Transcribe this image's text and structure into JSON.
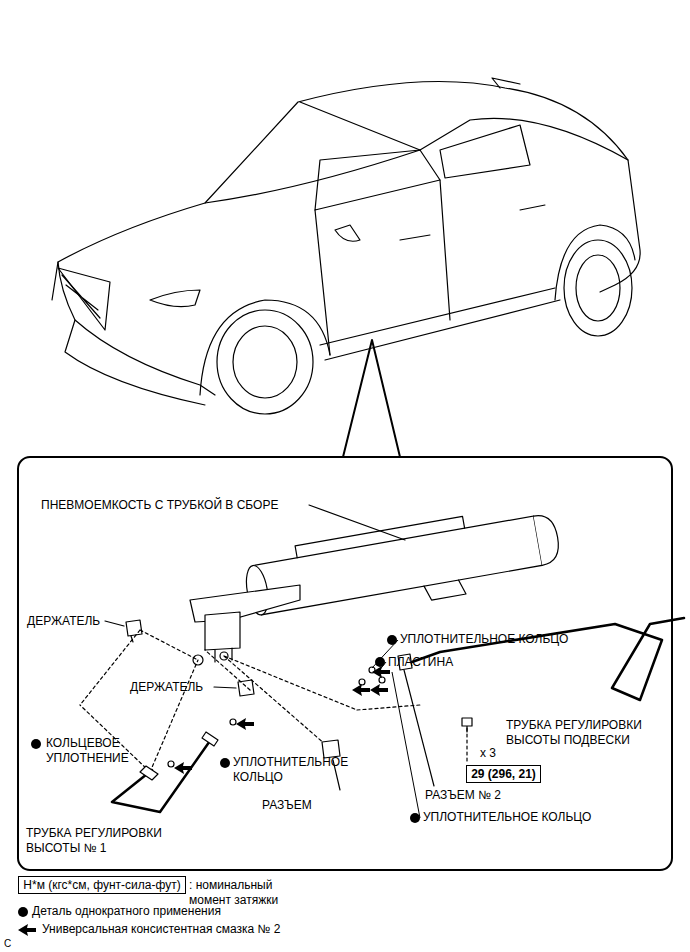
{
  "diagram": {
    "nodes": [
      {
        "text": [
          "29 (296, 21)"
        ]
      },
      {
        "text": [
          "Н*м (кгс*см, фунт-сила-фут)"
        ]
      }
    ],
    "labels": [
      "ПНЕВМОЕМКОСТЬ С ТРУБКОЙ В СБОРЕ",
      "ДЕРЖАТЕЛЬ",
      "ДЕРЖАТЕЛЬ",
      "УПЛОТНИТЕЛЬНОЕ КОЛЬЦО",
      "ПЛАСТИНА",
      "КОЛЬЦЕВОЕ УПЛОТНЕНИЕ",
      "УПЛОТНИТЕЛЬНОЕ КОЛЬЦО",
      "РАЗЪЕМ",
      "ТРУБКА РЕГУЛИРОВКИ ВЫСОТЫ ПОДВЕСКИ",
      "x 3",
      "РАЗЪЕМ № 2",
      "УПЛОТНИТЕЛЬНОЕ КОЛЬЦО",
      "ТРУБКА РЕГУЛИРОВКИ ВЫСОТЫ № 1",
      "C"
    ],
    "legend": [
      {
        "text": ": номинальный момент затяжки"
      },
      {
        "text": "Деталь однократного применения"
      },
      {
        "text": "Универсальная консистентная смазка № 2"
      }
    ]
  }
}
